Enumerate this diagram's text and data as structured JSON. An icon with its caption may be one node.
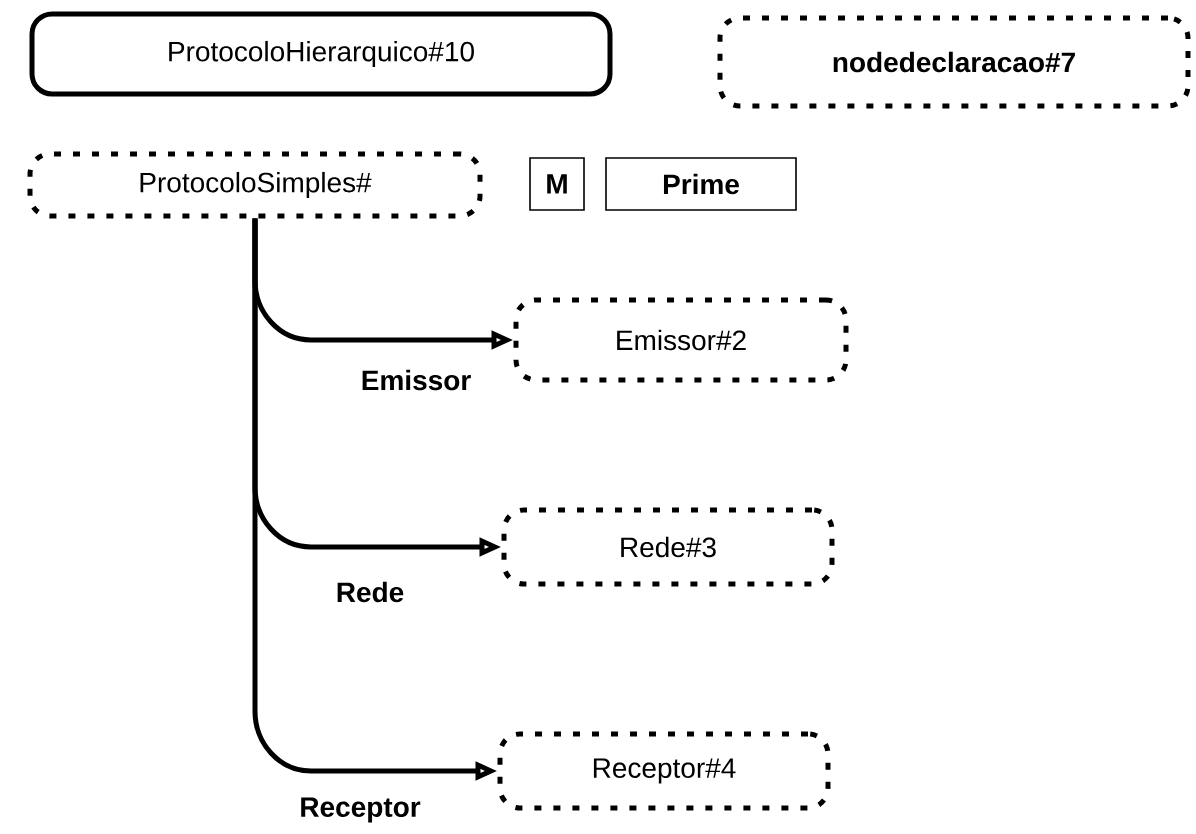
{
  "diagram": {
    "nodes": [
      {
        "text": [
          "ProtocoloHierarquico#10"
        ]
      },
      {
        "text": [
          "nodedeclaracao#7"
        ]
      },
      {
        "text": [
          "ProtocoloSimples#"
        ]
      },
      {
        "text": [
          "M"
        ]
      },
      {
        "text": [
          "Prime"
        ]
      },
      {
        "text": [
          "Emissor#2"
        ]
      },
      {
        "text": [
          "Rede#3"
        ]
      },
      {
        "text": [
          "Receptor#4"
        ]
      }
    ],
    "edges": [
      {
        "from": 2,
        "to": 5,
        "arrow": "to",
        "label": "Emissor"
      },
      {
        "from": 2,
        "to": 6,
        "arrow": "to",
        "label": "Rede"
      },
      {
        "from": 2,
        "to": 7,
        "arrow": "to",
        "label": "Receptor"
      }
    ]
  }
}
